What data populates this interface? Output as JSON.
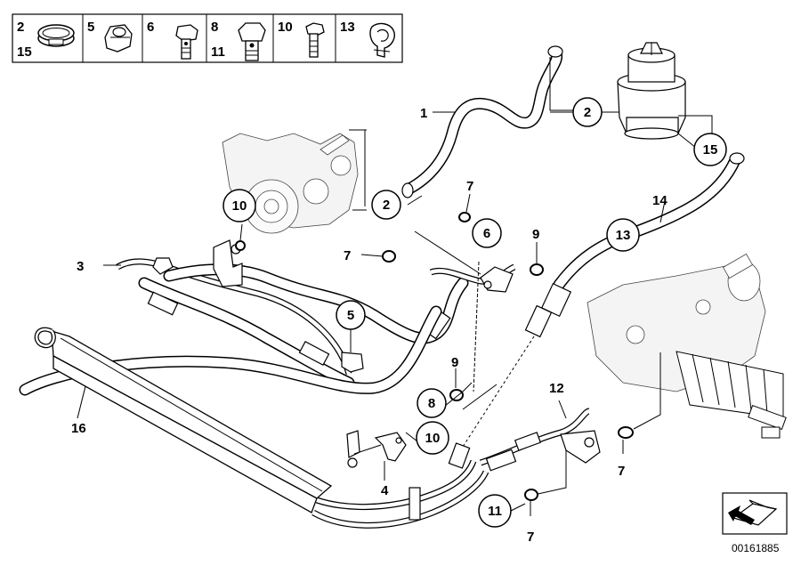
{
  "legend": {
    "cells": [
      {
        "labels": [
          "2",
          "15"
        ],
        "icon": "hose-clamp-icon"
      },
      {
        "labels": [
          "5"
        ],
        "icon": "hex-nut-icon"
      },
      {
        "labels": [
          "6"
        ],
        "icon": "banjo-bolt-icon"
      },
      {
        "labels": [
          "8",
          "11"
        ],
        "icon": "banjo-bolt-large-icon"
      },
      {
        "labels": [
          "10"
        ],
        "icon": "hex-bolt-icon"
      },
      {
        "labels": [
          "13"
        ],
        "icon": "hose-clip-icon"
      }
    ]
  },
  "parts": {
    "p1": "1",
    "p2a": "2",
    "p2b": "2",
    "p3": "3",
    "p4": "4",
    "p5": "5",
    "p6": "6",
    "p7a": "7",
    "p7b": "7",
    "p7c": "7",
    "p7d": "7",
    "p8": "8",
    "p9a": "9",
    "p9b": "9",
    "p10a": "10",
    "p10b": "10",
    "p11": "11",
    "p12": "12",
    "p13": "13",
    "p14": "14",
    "p15": "15",
    "p16": "16"
  },
  "reference_number": "00161885",
  "colors": {
    "line": "#000000",
    "background": "#ffffff"
  }
}
